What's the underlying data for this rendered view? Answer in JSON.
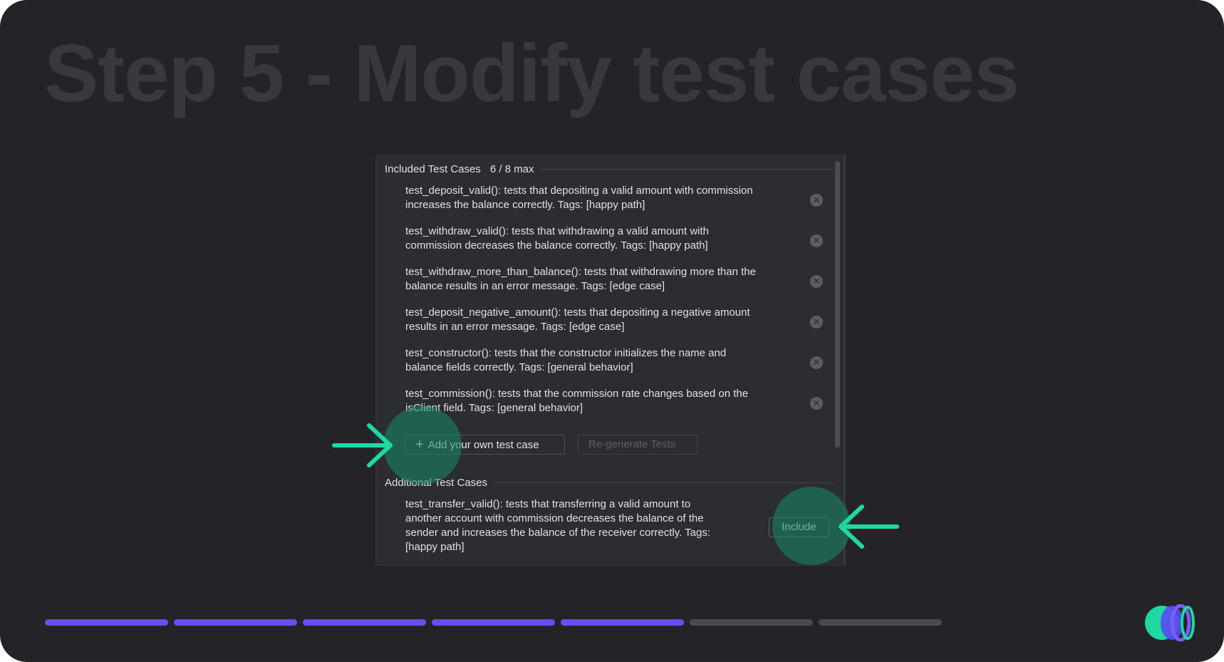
{
  "slide": {
    "title": "Step 5 - Modify test cases"
  },
  "included": {
    "header": "Included Test Cases",
    "count": "6 / 8 max",
    "items": [
      {
        "line1": "test_deposit_valid(): tests that depositing a valid amount with commission",
        "line2": "increases the balance correctly. Tags: [happy path]"
      },
      {
        "line1": "test_withdraw_valid(): tests that withdrawing a valid amount with",
        "line2": "commission decreases the balance correctly. Tags: [happy path]"
      },
      {
        "line1": "test_withdraw_more_than_balance(): tests that withdrawing more than the",
        "line2": "balance results in an error message. Tags: [edge case]"
      },
      {
        "line1": "test_deposit_negative_amount(): tests that depositing a negative amount",
        "line2": "results in an error message. Tags: [edge case]"
      },
      {
        "line1": "test_constructor(): tests that the constructor initializes the name and",
        "line2": "balance fields correctly. Tags: [general behavior]"
      },
      {
        "line1": "test_commission(): tests that the commission rate changes based on the",
        "line2": "isClient field. Tags: [general behavior]"
      }
    ],
    "remove_icon": "close-circle-icon"
  },
  "actions": {
    "add_label": "Add your own test case",
    "add_icon": "plus-icon",
    "regenerate_label": "Re-generate Tests"
  },
  "additional": {
    "header": "Additional Test Cases",
    "items": [
      {
        "line1": "test_transfer_valid(): tests that transferring a valid amount to",
        "line2": "another account with commission decreases the balance of the",
        "line3": "sender and increases the balance of the receiver correctly. Tags:",
        "line4": "[happy path]",
        "include_label": "Include"
      }
    ]
  },
  "progress": {
    "total_steps": 7,
    "completed_steps": 5
  },
  "colors": {
    "background": "#242428",
    "panel": "#2b2d30",
    "accent_green": "#1fd8a4",
    "progress_done": "#6a4ef0",
    "progress_todo": "#4a4a52"
  }
}
